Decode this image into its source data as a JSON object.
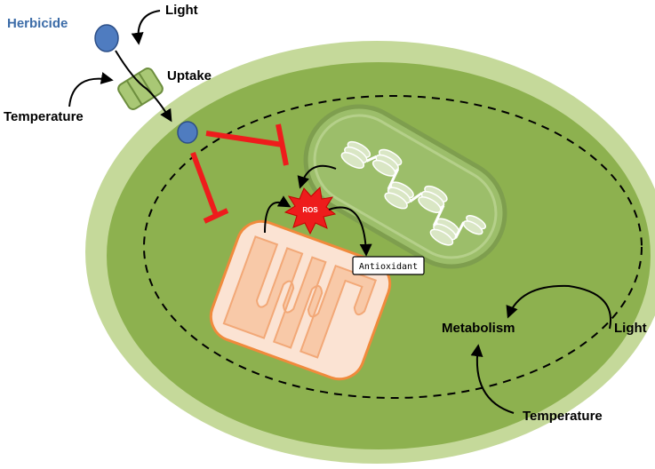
{
  "labels": {
    "herbicide": "Herbicide",
    "light_top": "Light",
    "uptake": "Uptake",
    "temperature_left": "Temperature",
    "ros": "ROS",
    "antioxidant": "Antioxidant",
    "metabolism": "Metabolism",
    "light_right": "Light",
    "temperature_bottom": "Temperature"
  },
  "colors": {
    "cell_outer": "#c5d99a",
    "cell_inner": "#8db14f",
    "herbicide_molecule": "#4f7cc0",
    "inhibition": "#ee1c1c",
    "mitochondrion": "#f8c9a8",
    "chloroplast": "#9cbe6a",
    "herbicide_label": "#3c6ca8"
  }
}
